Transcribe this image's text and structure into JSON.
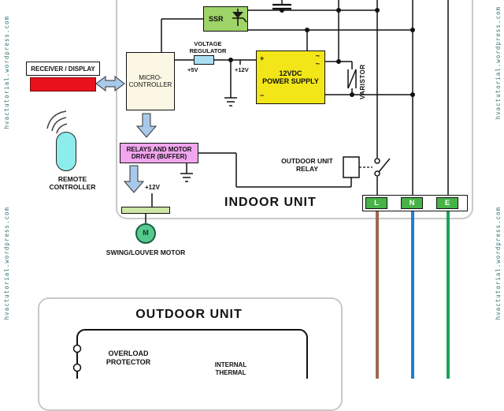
{
  "watermark": {
    "text": "hvactutorial.wordpress.com"
  },
  "colors": {
    "wire-brown": "#9b6a50",
    "wire-blue": "#1d7fd6",
    "wire-green": "#1ba35a",
    "accent-red": "#e8111c",
    "ssr-green": "#9fd468",
    "ps-yellow": "#f2e618",
    "relay-pink": "#f2a6ee",
    "mc-cream": "#fbf7e4",
    "vr-blue": "#aadef2",
    "terminal-green": "#47b347",
    "motor-green": "#57c98f",
    "bar-green": "#cfe5a6",
    "remote-cyan": "#8deded",
    "arrow-blue": "#a9c9ea",
    "watermark-teal": "#2e6f6f",
    "border-gray": "#c9c9c9"
  },
  "indoor_unit": {
    "title": "INDOOR UNIT",
    "receiver_display": "RECEIVER / DISPLAY",
    "micro_controller": {
      "line1": "MICRO-",
      "line2": "CONTROLLER"
    },
    "ssr_label": "SSR",
    "voltage_regulator": {
      "line1": "VOLTAGE",
      "line2": "REGULATOR"
    },
    "rail_5v": "+5V",
    "rail_12v": "+12V",
    "power_supply": {
      "line1": "12VDC",
      "line2": "POWER SUPPLY",
      "ac_mark": "~",
      "plus_mark": "+",
      "minus_mark": "−"
    },
    "varistor_label": "VARISTOR",
    "relays_buffer": {
      "line1": "RELAYS AND MOTOR",
      "line2": "DRIVER (BUFFER)"
    },
    "outdoor_unit_relay": {
      "line1": "OUTDOOR UNIT",
      "line2": "RELAY"
    },
    "remote_controller": {
      "line1": "REMOTE",
      "line2": "CONTROLLER"
    },
    "motor_12v": "+12V",
    "motor_letter": "M",
    "swing_motor_label": "SWING/LOUVER MOTOR",
    "terminals": {
      "live": "L",
      "neutral": "N",
      "earth": "E"
    }
  },
  "outdoor_unit": {
    "title": "OUTDOOR UNIT",
    "overload_protector": {
      "line1": "OVERLOAD",
      "line2": "PROTECTOR"
    },
    "internal_thermal": {
      "line1": "INTERNAL",
      "line2": "THERMAL"
    }
  }
}
